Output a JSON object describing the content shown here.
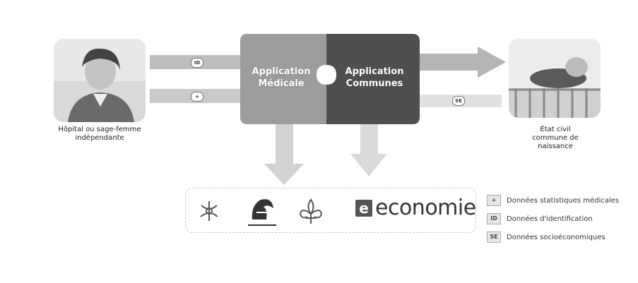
{
  "left_actor": {
    "caption": "Hôpital ou sage-femme indépendante"
  },
  "right_actor": {
    "caption": "État civil commune de naissance"
  },
  "app_medical": {
    "label": "Application Médicale"
  },
  "app_communes": {
    "label": "Application Communes"
  },
  "badges": {
    "id": "ID",
    "med": "+",
    "se": "SE"
  },
  "logos": {
    "economie": "economie"
  },
  "legend": [
    {
      "symbol": "+",
      "text": "Données statistiques médicales"
    },
    {
      "symbol": "ID",
      "text": "Données d'identification"
    },
    {
      "symbol": "SE",
      "text": "Données socioéconomiques"
    }
  ],
  "colors": {
    "arrow": "#b9b9b9",
    "puzzle_left": "#9d9d9d",
    "puzzle_right": "#4f4f4f"
  }
}
